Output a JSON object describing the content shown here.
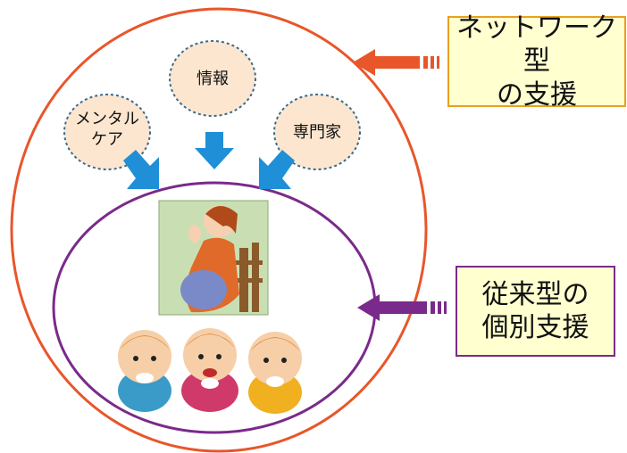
{
  "diagram": {
    "network_support_label": "ネットワーク型\nの支援",
    "traditional_support_label": "従来型の\n個別支援",
    "bubbles": {
      "mental_care": "メンタル\nケア",
      "information": "情報",
      "specialist": "専門家"
    },
    "colors": {
      "outer_ring": "#e8562a",
      "inner_ring": "#7a2a8a",
      "blue_arrow": "#1f8fd8",
      "orange_arrow": "#e8562a",
      "purple_arrow": "#7a2a8a",
      "box_fill": "#ffffd0"
    }
  }
}
